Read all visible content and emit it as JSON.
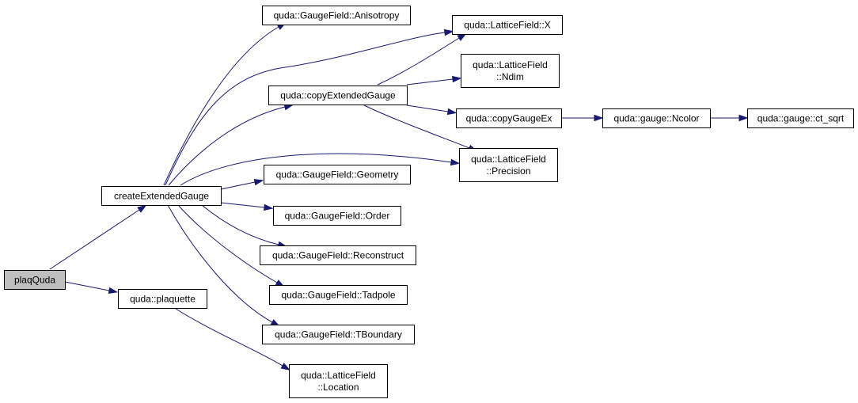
{
  "nodes": [
    {
      "id": "plaqQuda",
      "lines": [
        "plaqQuda"
      ],
      "root": true
    },
    {
      "id": "createExtendedGauge",
      "lines": [
        "createExtendedGauge"
      ]
    },
    {
      "id": "plaquette",
      "lines": [
        "quda::plaquette"
      ]
    },
    {
      "id": "anisotropy",
      "lines": [
        "quda::GaugeField::Anisotropy"
      ]
    },
    {
      "id": "copyExtendedGauge",
      "lines": [
        "quda::copyExtendedGauge"
      ]
    },
    {
      "id": "geometry",
      "lines": [
        "quda::GaugeField::Geometry"
      ]
    },
    {
      "id": "order",
      "lines": [
        "quda::GaugeField::Order"
      ]
    },
    {
      "id": "reconstruct",
      "lines": [
        "quda::GaugeField::Reconstruct"
      ]
    },
    {
      "id": "tadpole",
      "lines": [
        "quda::GaugeField::Tadpole"
      ]
    },
    {
      "id": "tboundary",
      "lines": [
        "quda::GaugeField::TBoundary"
      ]
    },
    {
      "id": "location",
      "lines": [
        "quda::LatticeField",
        "::Location"
      ]
    },
    {
      "id": "latticeX",
      "lines": [
        "quda::LatticeField::X"
      ]
    },
    {
      "id": "ndim",
      "lines": [
        "quda::LatticeField",
        "::Ndim"
      ]
    },
    {
      "id": "copyGaugeEx",
      "lines": [
        "quda::copyGaugeEx"
      ]
    },
    {
      "id": "precision",
      "lines": [
        "quda::LatticeField",
        "::Precision"
      ]
    },
    {
      "id": "ncolor",
      "lines": [
        "quda::gauge::Ncolor"
      ]
    },
    {
      "id": "ctsqrt",
      "lines": [
        "quda::gauge::ct_sqrt"
      ]
    }
  ],
  "edges": [
    {
      "from": "plaqQuda",
      "to": "createExtendedGauge"
    },
    {
      "from": "plaqQuda",
      "to": "plaquette"
    },
    {
      "from": "createExtendedGauge",
      "to": "anisotropy"
    },
    {
      "from": "createExtendedGauge",
      "to": "latticeX"
    },
    {
      "from": "createExtendedGauge",
      "to": "copyExtendedGauge"
    },
    {
      "from": "createExtendedGauge",
      "to": "precision"
    },
    {
      "from": "createExtendedGauge",
      "to": "geometry"
    },
    {
      "from": "createExtendedGauge",
      "to": "order"
    },
    {
      "from": "createExtendedGauge",
      "to": "reconstruct"
    },
    {
      "from": "createExtendedGauge",
      "to": "tadpole"
    },
    {
      "from": "createExtendedGauge",
      "to": "tboundary"
    },
    {
      "from": "copyExtendedGauge",
      "to": "latticeX"
    },
    {
      "from": "copyExtendedGauge",
      "to": "ndim"
    },
    {
      "from": "copyExtendedGauge",
      "to": "copyGaugeEx"
    },
    {
      "from": "copyExtendedGauge",
      "to": "precision"
    },
    {
      "from": "copyGaugeEx",
      "to": "ncolor"
    },
    {
      "from": "ncolor",
      "to": "ctsqrt"
    },
    {
      "from": "plaquette",
      "to": "location"
    }
  ],
  "colors": {
    "edge": "#191970",
    "root_fill": "#bfbfbf",
    "node_fill": "#ffffff",
    "border": "#000000"
  }
}
